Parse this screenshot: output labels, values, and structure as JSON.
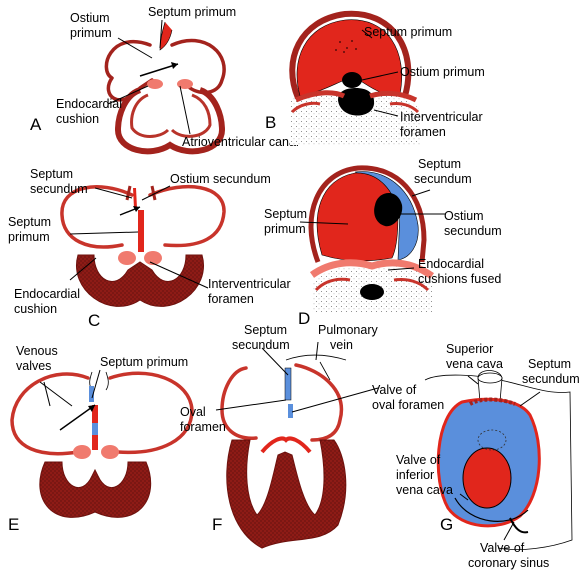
{
  "colors": {
    "septum_primum": "#e1261c",
    "septum_secundum": "#5a8fdc",
    "cushion": "#f07a6e",
    "wall": "#a3231d",
    "lumen": "#000000"
  },
  "panels": {
    "A": {
      "letter": "A",
      "labels": {
        "ostium_primum": [
          "Ostium",
          "primum"
        ],
        "septum_primum": "Septum primum",
        "endocardial_cushion": [
          "Endocardial",
          "cushion"
        ],
        "av_canal": "Atrioventricular canal"
      }
    },
    "B": {
      "letter": "B",
      "labels": {
        "septum_primum": "Septum primum",
        "ostium_primum": "Ostium primum",
        "interventricular_foramen": [
          "Interventricular",
          "foramen"
        ]
      }
    },
    "C": {
      "letter": "C",
      "labels": {
        "septum_secundum": [
          "Septum",
          "secundum"
        ],
        "ostium_secundum": "Ostium secundum",
        "septum_primum": [
          "Septum",
          "primum"
        ],
        "endocardial_cushion": [
          "Endocardial",
          "cushion"
        ],
        "interventricular_foramen": [
          "Interventricular",
          "foramen"
        ]
      }
    },
    "D": {
      "letter": "D",
      "labels": {
        "septum_secundum": [
          "Septum",
          "secundum"
        ],
        "septum_primum": [
          "Septum",
          "primum"
        ],
        "ostium_secundum": [
          "Ostium",
          "secundum"
        ],
        "cushions_fused": [
          "Endocardial",
          "cushions fused"
        ]
      }
    },
    "E": {
      "letter": "E",
      "labels": {
        "venous_valves": [
          "Venous",
          "valves"
        ],
        "septum_primum": "Septum primum"
      }
    },
    "F": {
      "letter": "F",
      "labels": {
        "septum_secundum": [
          "Septum",
          "secundum"
        ],
        "pulmonary_vein": [
          "Pulmonary",
          "vein"
        ],
        "valve_oval_foramen": [
          "Valve of",
          "oval foramen"
        ],
        "oval_foramen": [
          "Oval",
          "foramen"
        ]
      }
    },
    "G": {
      "letter": "G",
      "labels": {
        "superior_vena_cava": [
          "Superior",
          "vena cava"
        ],
        "septum_secundum": [
          "Septum",
          "secundum"
        ],
        "valve_ivc": [
          "Valve of",
          "inferior",
          "vena cava"
        ],
        "valve_coronary_sinus": [
          "Valve of",
          "coronary sinus"
        ]
      }
    }
  }
}
